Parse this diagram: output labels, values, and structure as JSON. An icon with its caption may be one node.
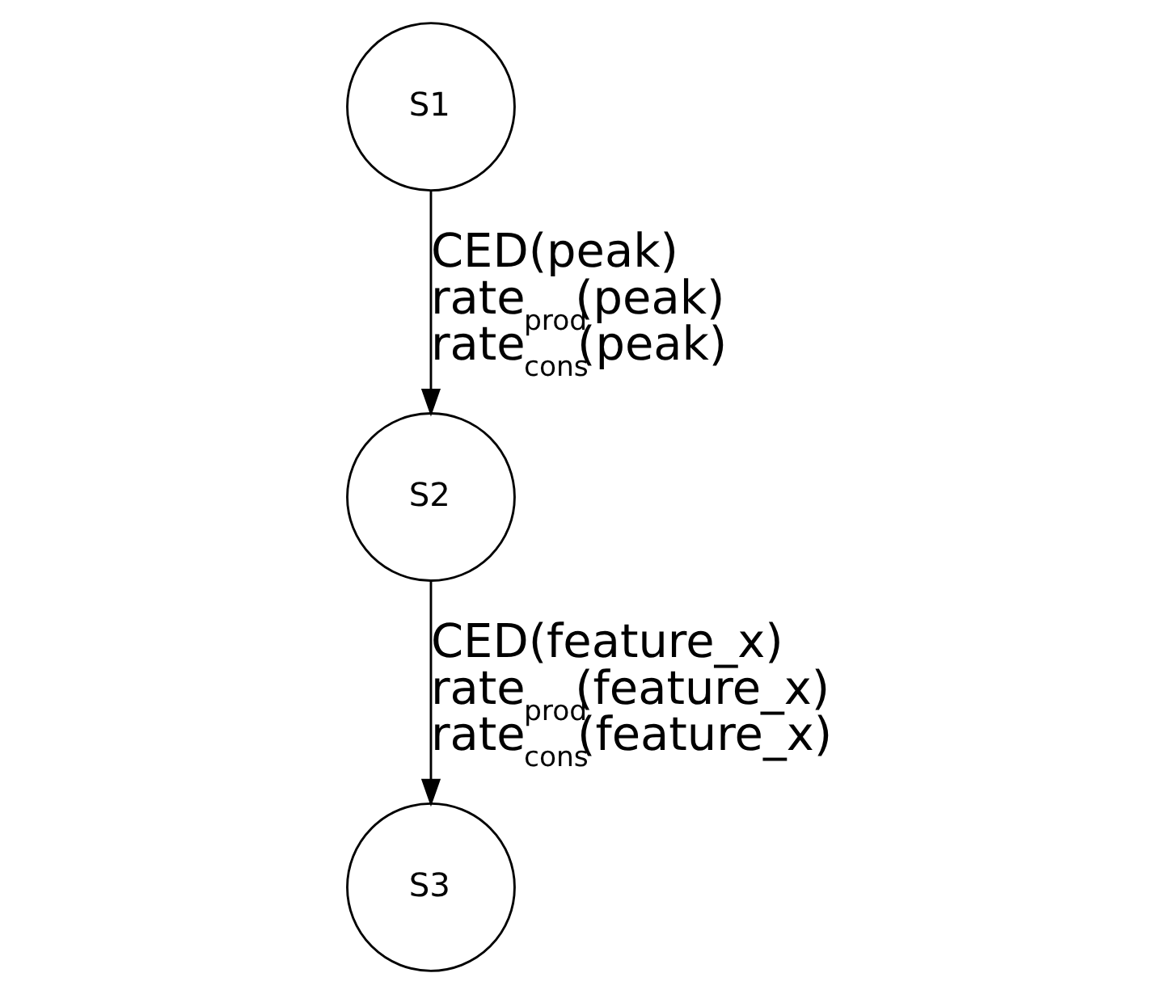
{
  "diagram": {
    "nodes": [
      {
        "text": [
          "S1"
        ]
      },
      {
        "text": [
          "S2"
        ]
      },
      {
        "text": [
          "S3"
        ]
      }
    ],
    "edges": [
      {
        "from": 0,
        "to": 1,
        "arrow": "to",
        "label": "CED(peak) rate$_{prod}$(peak) rate$_{cons}$(peak)"
      },
      {
        "from": 1,
        "to": 2,
        "arrow": "to",
        "label": "CED(feature_x) rate$_{prod}$(feature_x) rate$_{cons}$(feature_x)"
      }
    ]
  }
}
